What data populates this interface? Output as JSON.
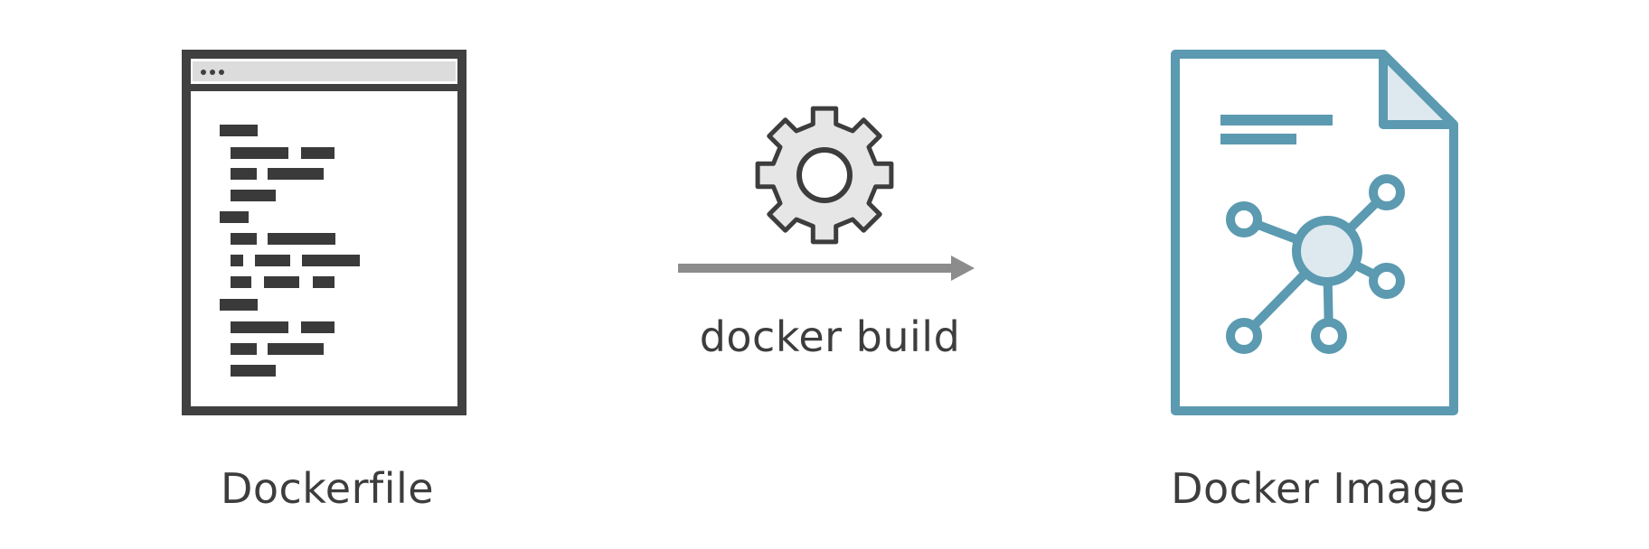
{
  "diagram": {
    "source_label": "Dockerfile",
    "action_label": "docker build",
    "target_label": "Docker Image"
  },
  "colors": {
    "text": "#3d3d3d",
    "dockerfile_stroke": "#404040",
    "gear_fill": "#e6e6e6",
    "arrow": "#8c8c8c",
    "image_accent": "#5b9ab0",
    "image_fill_light": "#dde9ee"
  },
  "icons": {
    "source": "dockerfile-document-icon",
    "action": "gear-icon",
    "arrow": "arrow-right-icon",
    "target": "docker-image-network-icon"
  }
}
